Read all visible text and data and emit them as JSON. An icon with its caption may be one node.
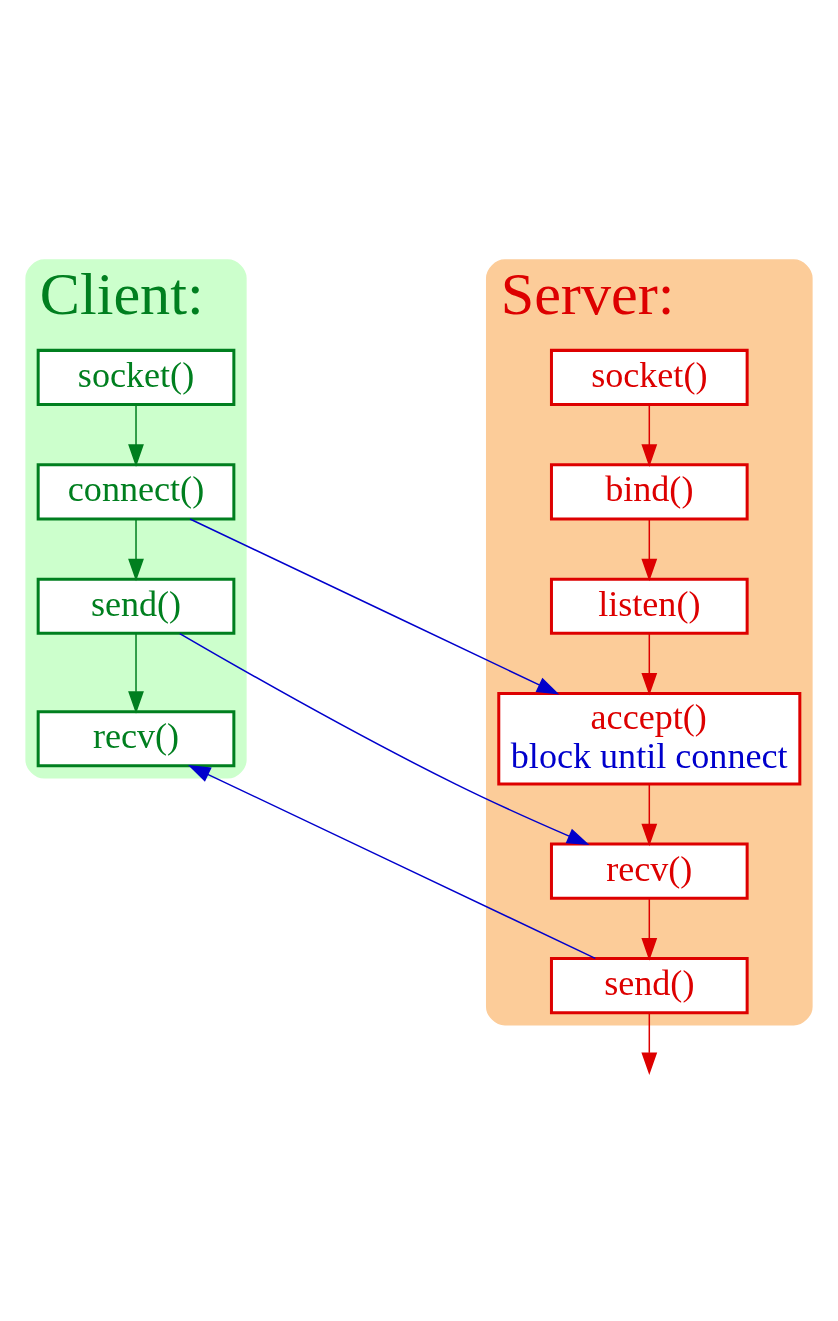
{
  "diagram": {
    "nodes": [
      {
        "text": [
          "Server:"
        ]
      },
      {
        "text": [
          "socket()"
        ],
        "in": 0
      },
      {
        "text": [
          "bind()"
        ],
        "in": 0
      },
      {
        "text": [
          "listen()"
        ],
        "in": 0
      },
      {
        "text": [
          "accept()",
          "block until connect"
        ],
        "in": 0
      },
      {
        "text": [
          "recv()"
        ],
        "in": 0
      },
      {
        "text": [
          "send()"
        ],
        "in": 0
      },
      {
        "text": [
          "Client:"
        ]
      },
      {
        "text": [
          "socket()"
        ],
        "in": 7
      },
      {
        "text": [
          "connect()"
        ],
        "in": 7
      },
      {
        "text": [
          "send()"
        ],
        "in": 7
      },
      {
        "text": [
          "recv()"
        ],
        "in": 7
      }
    ],
    "edges": [
      {
        "from": 1,
        "to": 2,
        "arrow": "to"
      },
      {
        "from": 2,
        "to": 3,
        "arrow": "to"
      },
      {
        "from": 3,
        "to": 4,
        "arrow": "to"
      },
      {
        "from": 4,
        "to": 5,
        "arrow": "to"
      },
      {
        "from": 5,
        "to": 6,
        "arrow": "to"
      },
      {
        "from": 6,
        "to": null,
        "arrow": "to"
      },
      {
        "from": 8,
        "to": 9,
        "arrow": "to",
        "color": "#007f1f"
      },
      {
        "from": 9,
        "to": 10,
        "arrow": "to",
        "color": "#007f1f"
      },
      {
        "from": 10,
        "to": 11,
        "arrow": "to",
        "color": "#007f1f"
      },
      {
        "from": 9,
        "to": 4,
        "arrow": "to",
        "color": "#0000cc"
      },
      {
        "from": 10,
        "to": 5,
        "arrow": "to",
        "color": "#0000cc"
      },
      {
        "from": 6,
        "to": 11,
        "arrow": "to",
        "color": "#0000cc"
      }
    ]
  }
}
